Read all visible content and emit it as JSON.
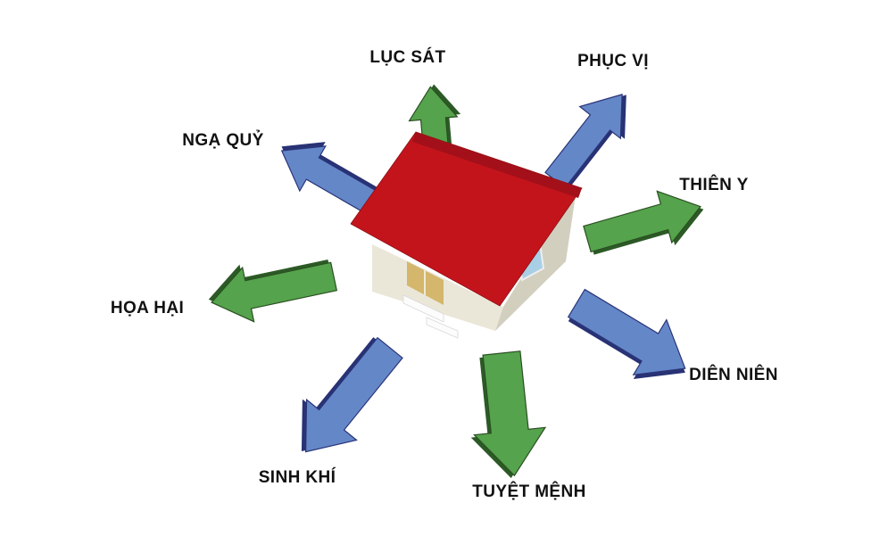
{
  "diagram": {
    "subject": "house-eight-directions",
    "center_object": "house"
  },
  "colors": {
    "background": "#ffffff",
    "label_text": "#111111",
    "arrow_green": "#55a34c",
    "arrow_green_dark": "#2c5a26",
    "arrow_blue": "#6487c8",
    "arrow_blue_dark": "#283274",
    "roof_red": "#c3141c",
    "roof_red_dark": "#a31019",
    "wall_front": "#eae7d8",
    "wall_side": "#d2cfbf",
    "door_tan": "#d4b66c",
    "window_blue": "#a9cfe5",
    "step_white": "#fcfcfc"
  },
  "directions": [
    {
      "id": "luc-sat",
      "label": "LỤC SÁT",
      "arrow_color": "green",
      "direction": "up"
    },
    {
      "id": "phuc-vi",
      "label": "PHỤC VỊ",
      "arrow_color": "blue",
      "direction": "up-right"
    },
    {
      "id": "nga-quy",
      "label": "NGẠ QUỶ",
      "arrow_color": "blue",
      "direction": "up-left"
    },
    {
      "id": "thien-y",
      "label": "THIÊN Y",
      "arrow_color": "green",
      "direction": "right"
    },
    {
      "id": "hoa-hai",
      "label": "HỌA HẠI",
      "arrow_color": "green",
      "direction": "left"
    },
    {
      "id": "dien-nien",
      "label": "DIÊN NIÊN",
      "arrow_color": "blue",
      "direction": "down-right"
    },
    {
      "id": "tuyet-menh",
      "label": "TUYỆT MỆNH",
      "arrow_color": "green",
      "direction": "down"
    },
    {
      "id": "sinh-khi",
      "label": "SINH KHÍ",
      "arrow_color": "blue",
      "direction": "down-left"
    }
  ]
}
